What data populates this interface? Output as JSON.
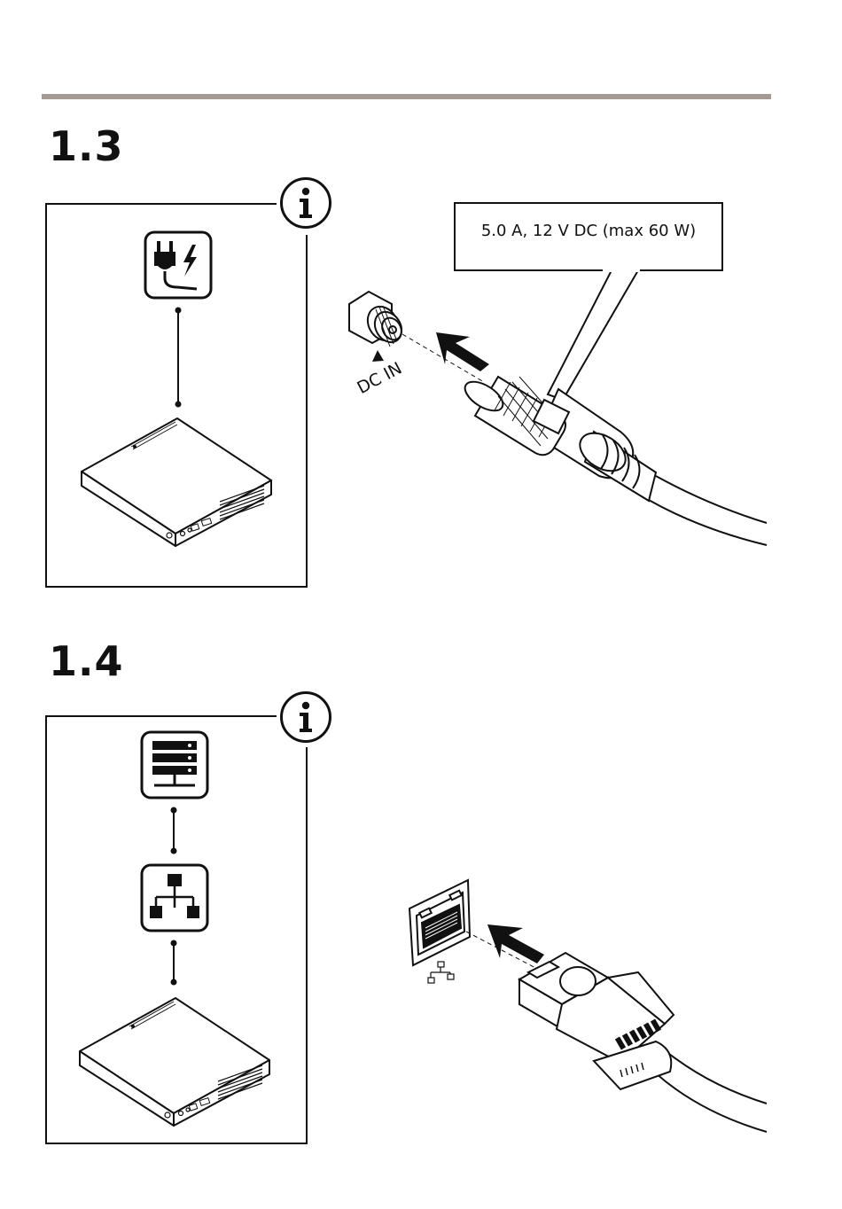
{
  "step_1_3": {
    "number": "1.3",
    "power_spec": "5.0 A, 12 V DC (max 60 W)",
    "port_label": "DC IN",
    "icons": [
      "info-icon",
      "power-plug-icon",
      "recorder-device"
    ]
  },
  "step_1_4": {
    "number": "1.4",
    "icons": [
      "info-icon",
      "server-icon",
      "network-icon",
      "recorder-device",
      "ethernet-port-icon"
    ]
  },
  "colors": {
    "rule": "#a59a92",
    "ink": "#111111"
  }
}
